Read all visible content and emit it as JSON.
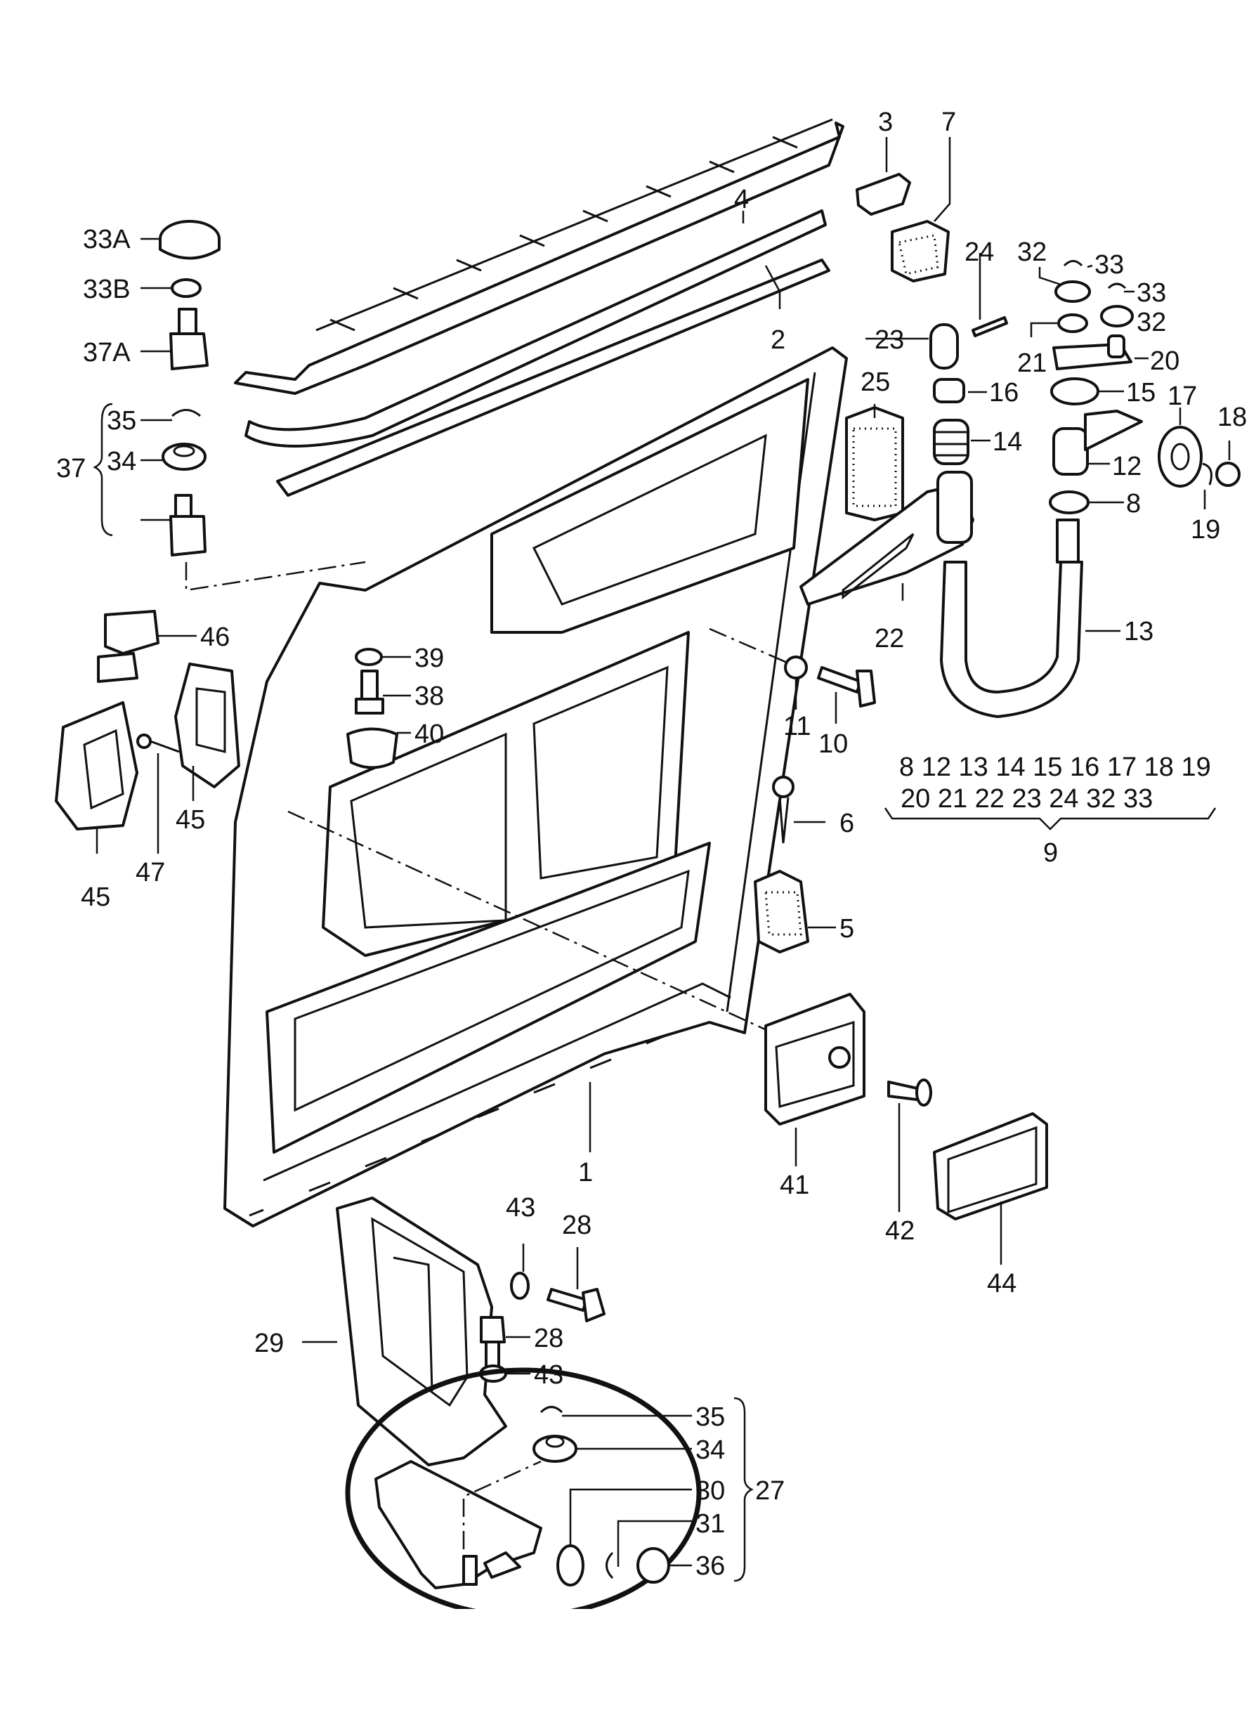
{
  "diagram": {
    "labels": [
      {
        "id": "p1",
        "text": "1"
      },
      {
        "id": "p2",
        "text": "2"
      },
      {
        "id": "p3",
        "text": "3"
      },
      {
        "id": "p4",
        "text": "4"
      },
      {
        "id": "p5",
        "text": "5"
      },
      {
        "id": "p6",
        "text": "6"
      },
      {
        "id": "p7",
        "text": "7"
      },
      {
        "id": "p8",
        "text": "8"
      },
      {
        "id": "p9",
        "text": "9"
      },
      {
        "id": "p10",
        "text": "10"
      },
      {
        "id": "p11",
        "text": "11"
      },
      {
        "id": "p12",
        "text": "12"
      },
      {
        "id": "p13",
        "text": "13"
      },
      {
        "id": "p14",
        "text": "14"
      },
      {
        "id": "p15",
        "text": "15"
      },
      {
        "id": "p16",
        "text": "16"
      },
      {
        "id": "p17",
        "text": "17"
      },
      {
        "id": "p18",
        "text": "18"
      },
      {
        "id": "p19",
        "text": "19"
      },
      {
        "id": "p20",
        "text": "20"
      },
      {
        "id": "p21",
        "text": "21"
      },
      {
        "id": "p22",
        "text": "22"
      },
      {
        "id": "p23",
        "text": "23"
      },
      {
        "id": "p24",
        "text": "24"
      },
      {
        "id": "p25",
        "text": "25"
      },
      {
        "id": "p27",
        "text": "27"
      },
      {
        "id": "p28a",
        "text": "28"
      },
      {
        "id": "p28b",
        "text": "28"
      },
      {
        "id": "p29",
        "text": "29"
      },
      {
        "id": "p30",
        "text": "30"
      },
      {
        "id": "p31",
        "text": "31"
      },
      {
        "id": "p32a",
        "text": "32"
      },
      {
        "id": "p32b",
        "text": "32"
      },
      {
        "id": "p33a",
        "text": "33"
      },
      {
        "id": "p33b",
        "text": "33"
      },
      {
        "id": "p33A",
        "text": "33A"
      },
      {
        "id": "p33B",
        "text": "33B"
      },
      {
        "id": "p34a",
        "text": "34"
      },
      {
        "id": "p34b",
        "text": "34"
      },
      {
        "id": "p35a",
        "text": "35"
      },
      {
        "id": "p35b",
        "text": "35"
      },
      {
        "id": "p36",
        "text": "36"
      },
      {
        "id": "p37",
        "text": "37"
      },
      {
        "id": "p37A",
        "text": "37A"
      },
      {
        "id": "p38",
        "text": "38"
      },
      {
        "id": "p39",
        "text": "39"
      },
      {
        "id": "p40",
        "text": "40"
      },
      {
        "id": "p41",
        "text": "41"
      },
      {
        "id": "p42",
        "text": "42"
      },
      {
        "id": "p43a",
        "text": "43"
      },
      {
        "id": "p43b",
        "text": "43"
      },
      {
        "id": "p44",
        "text": "44"
      },
      {
        "id": "p45a",
        "text": "45"
      },
      {
        "id": "p45b",
        "text": "45"
      },
      {
        "id": "p46",
        "text": "46"
      },
      {
        "id": "p47",
        "text": "47"
      }
    ],
    "group9": {
      "row1": "8 12 13 14 15 16 17 18 19",
      "row2": "20 21 22 23 24 32 33",
      "label": "9"
    }
  }
}
